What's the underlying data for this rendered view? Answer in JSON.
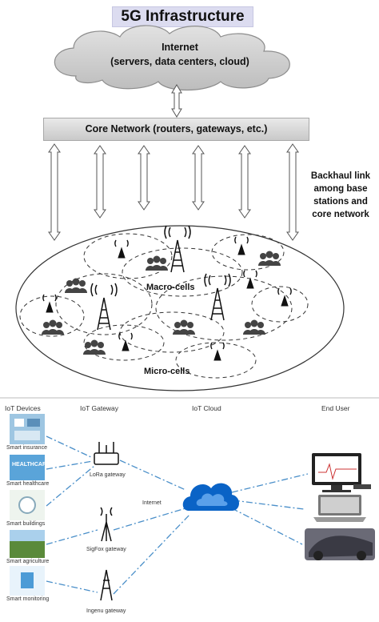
{
  "title": "5G Infrastructure",
  "internet": {
    "line1": "Internet",
    "line2": "(servers, data centers, cloud)"
  },
  "core_network": "Core Network (routers, gateways, etc.)",
  "backhaul_label": [
    "Backhaul link",
    "among base",
    "stations and",
    "core network"
  ],
  "macro_cells_label": "Macro-cells",
  "micro_cells_label": "Micro-cells",
  "iot": {
    "columns": [
      "IoT Devices",
      "IoT Gateway",
      "IoT Cloud",
      "End User"
    ],
    "devices": [
      "Smart insurance",
      "Smart healthcare",
      "Smart buildings",
      "Smart agriculture",
      "Smart monitoring"
    ],
    "gateways": [
      "LoRa gateway",
      "SigFox gateway",
      "Ingenu gateway"
    ],
    "internet_label": "Internet",
    "healthcare_tile_text": "HEALTHCARE"
  },
  "colors": {
    "title_bg": "#dcdcf0",
    "cloud": "#0a63c6",
    "dashed_link": "#4a8fc9"
  }
}
